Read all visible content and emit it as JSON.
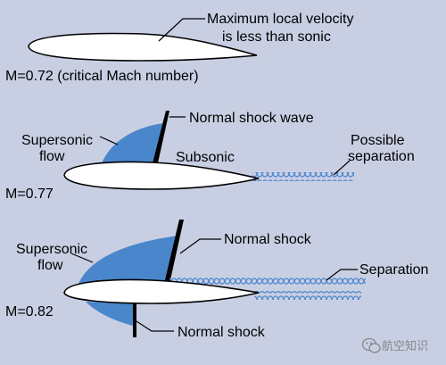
{
  "colors": {
    "background": "#c9cfe3",
    "airfoil_fill": "#ffffff",
    "airfoil_stroke": "#000000",
    "supersonic_region": "#4a86cc",
    "shock_wave": "#000000",
    "separation_wake": "#4a86cc"
  },
  "panels": [
    {
      "mach_label": "M=0.72 (critical Mach number)",
      "callouts": [
        {
          "line1": "Maximum local velocity",
          "line2": "is less than sonic"
        }
      ]
    },
    {
      "mach_label": "M=0.77",
      "callouts": [
        {
          "line1": "Normal shock wave"
        },
        {
          "line1": "Supersonic",
          "line2": "flow"
        },
        {
          "line1": "Subsonic"
        },
        {
          "line1": "Possible",
          "line2": "separation"
        }
      ]
    },
    {
      "mach_label": "M=0.82",
      "callouts": [
        {
          "line1": "Supersonic",
          "line2": "flow"
        },
        {
          "line1": "Normal shock"
        },
        {
          "line1": "Separation"
        },
        {
          "line1": "Normal shock"
        }
      ]
    }
  ],
  "watermark": {
    "icon": "wechat-icon",
    "text": "航空知识"
  }
}
